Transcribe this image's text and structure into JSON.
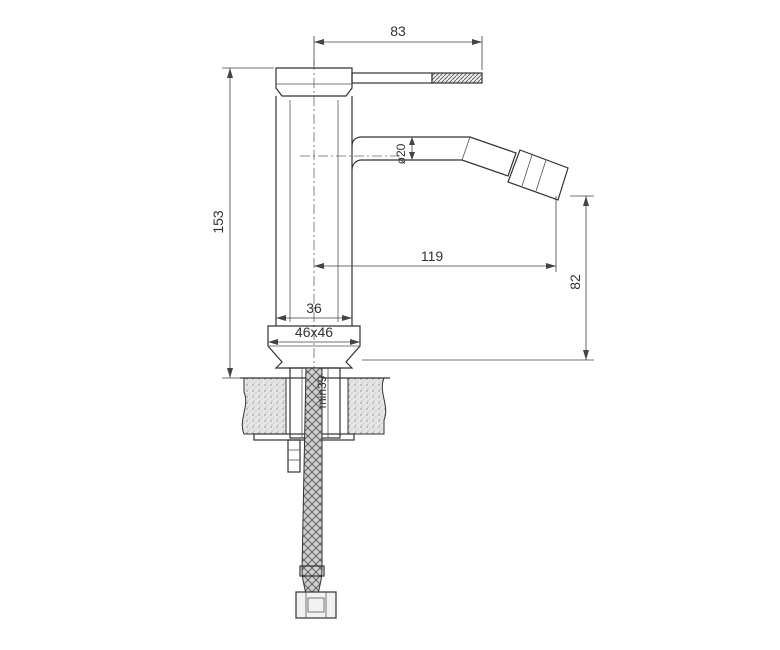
{
  "dimensions": {
    "width_top": "83",
    "height_total": "153",
    "spout_diameter": "ø20",
    "spout_reach": "119",
    "spout_height": "82",
    "body_diameter": "36",
    "base_size": "46x46",
    "hole_diameter": "min39"
  },
  "colors": {
    "line": "#333333",
    "granite_fill": "#d6d6d6",
    "hose_fill": "#bdbdbd"
  }
}
